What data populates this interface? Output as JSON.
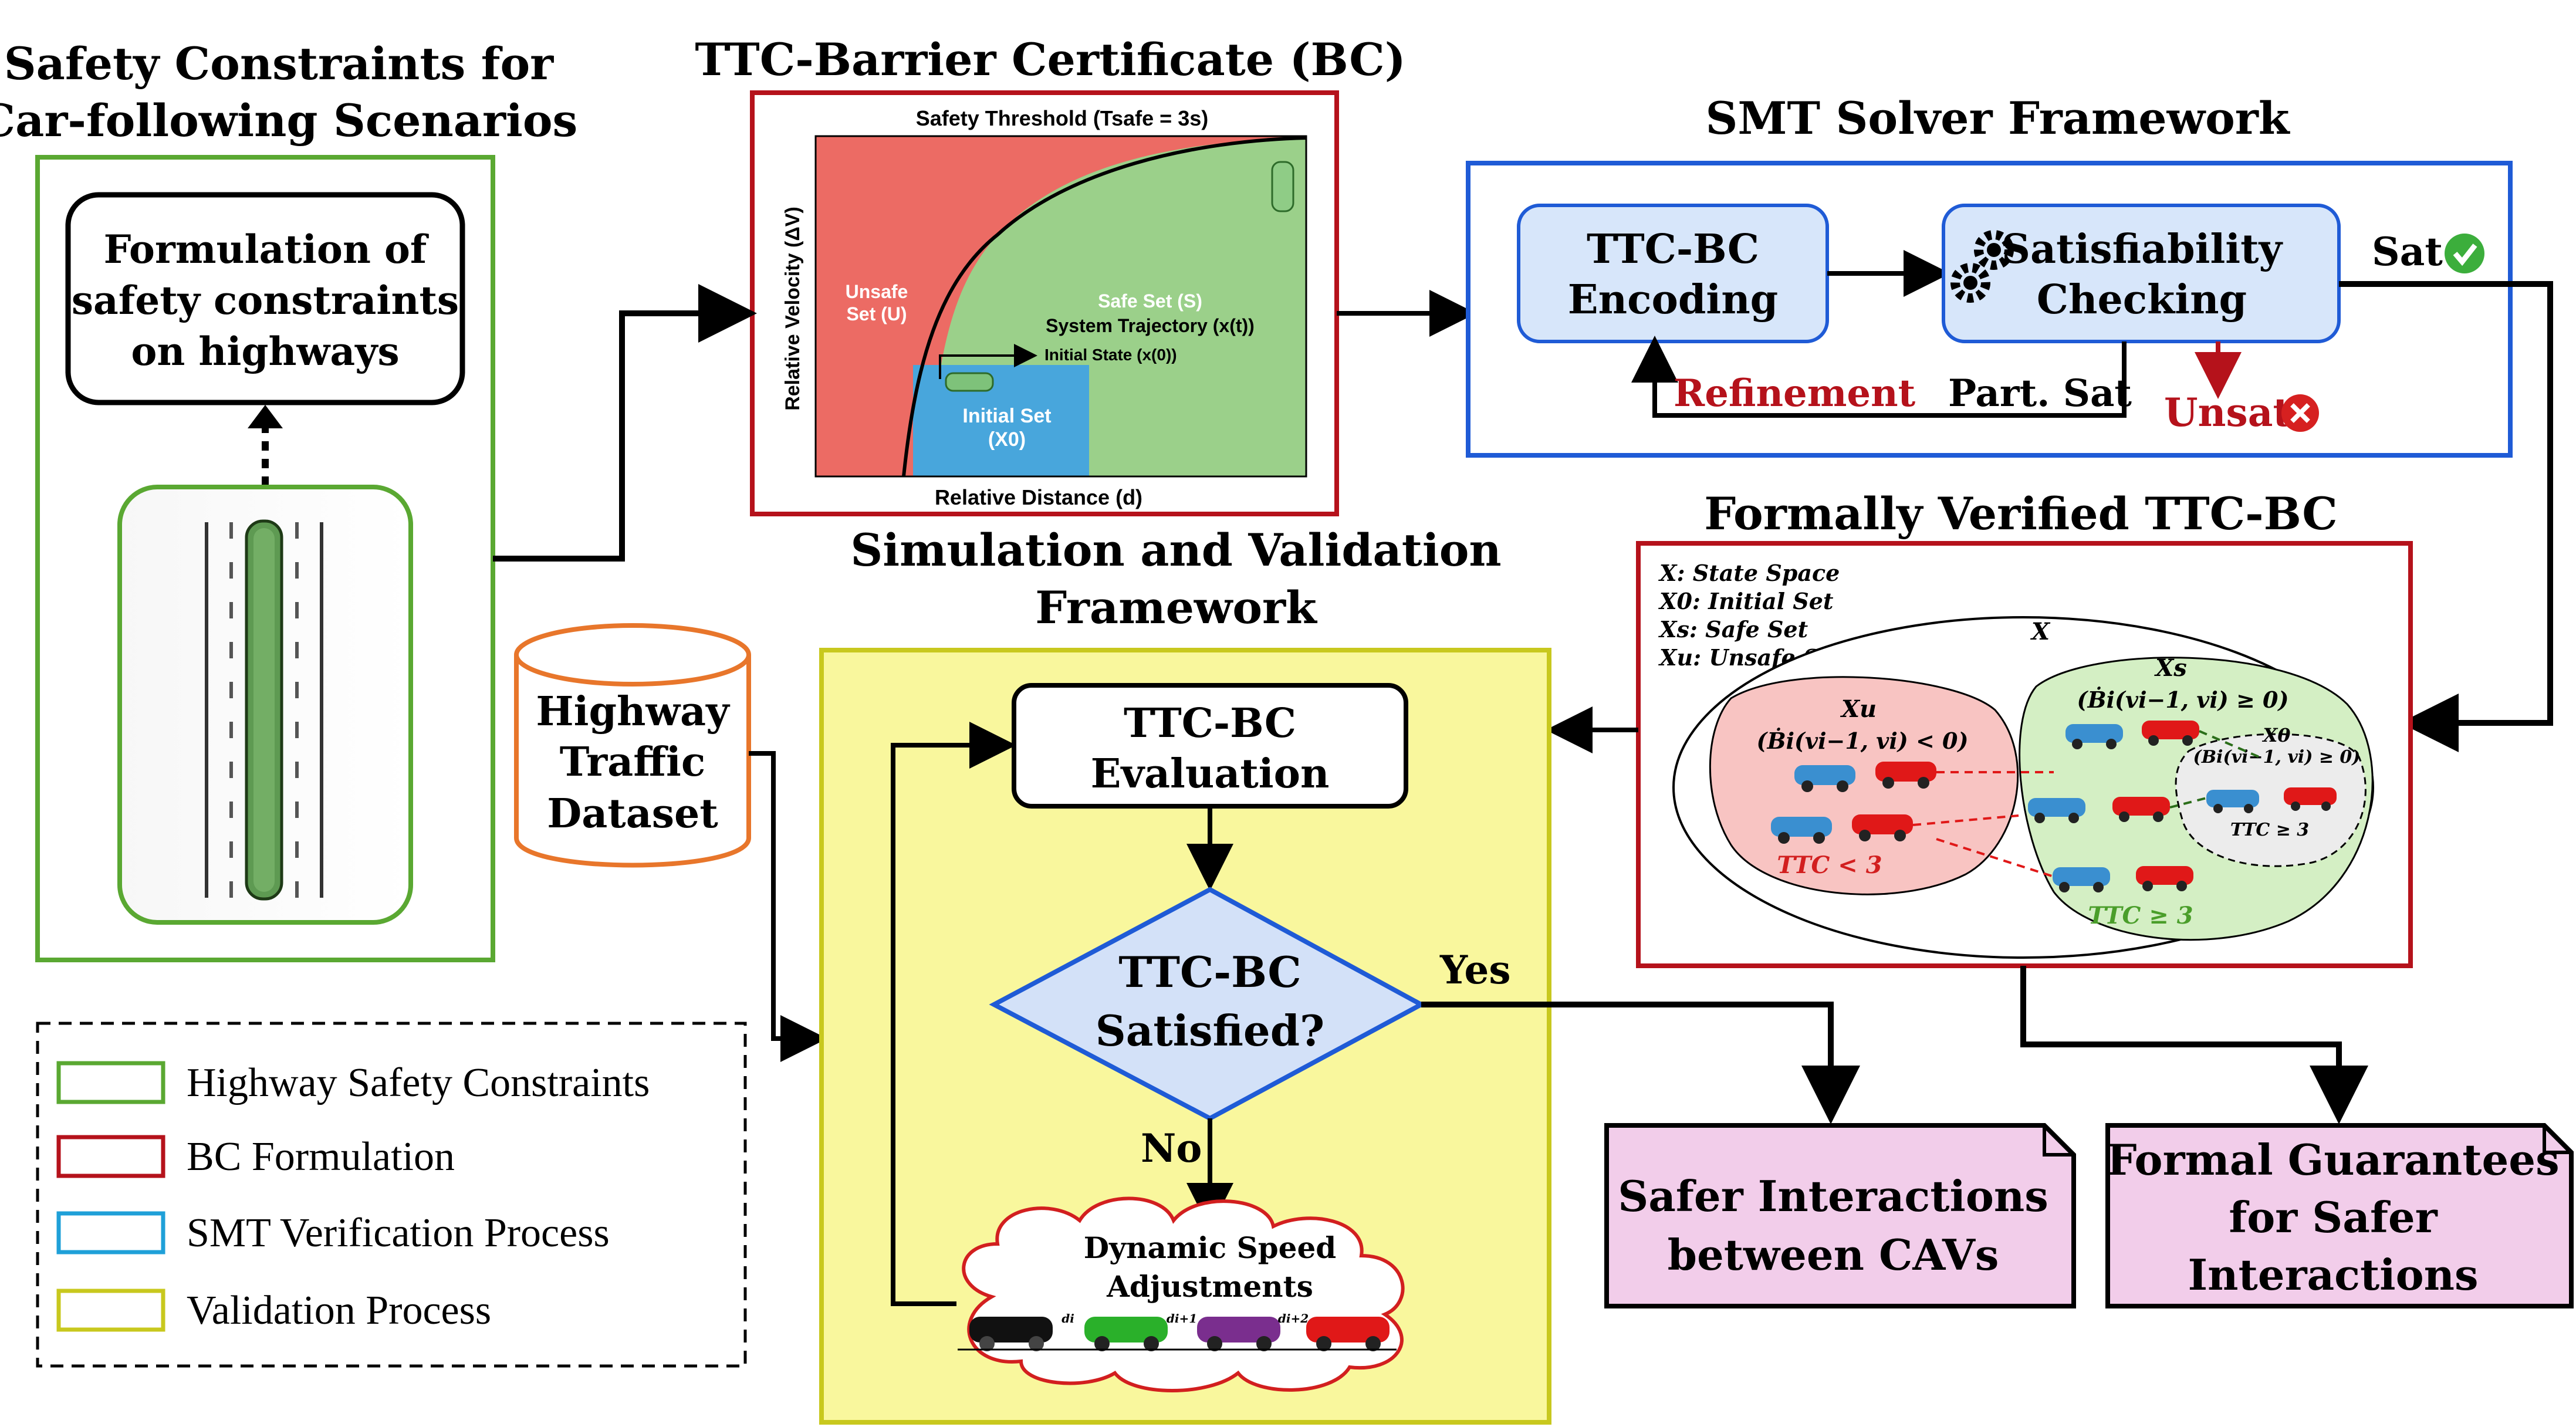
{
  "colors": {
    "green": "#5aa832",
    "red": "#b5121b",
    "blue": "#1f5bd6",
    "yellow_border": "#c8c81e",
    "yellow_fill": "#f9f79d",
    "orange": "#e8762b",
    "pink": "#f2cdea",
    "unsafe_red": "#ec6b64",
    "safe_green": "#9bd08a",
    "initial_blue": "#48a6dc",
    "encoding_fill": "#d7e6fa",
    "diamond_fill": "#d3e1f8"
  },
  "safety_constraints": {
    "title_line1": "Safety Constraints for",
    "title_line2": "Car-following Scenarios",
    "formulation_line1": "Formulation of",
    "formulation_line2": "safety constraints",
    "formulation_line3": "on highways"
  },
  "ttc_bc": {
    "title": "TTC-Barrier Certificate (BC)",
    "plot_title": "Safety Threshold (Tsafe = 3s)",
    "unsafe_line1": "Unsafe",
    "unsafe_line2": "Set (U)",
    "safe_label": "Safe Set (S)",
    "trajectory_label": "System Trajectory (x(t))",
    "initial_state_label": "Initial State (x(0))",
    "initial_set_line1": "Initial Set",
    "initial_set_line2": "(X0)",
    "xlabel": "Relative Distance (d)",
    "ylabel": "Relative Velocity (ΔV)"
  },
  "smt": {
    "title": "SMT Solver Framework",
    "encoding_line1": "TTC-BC",
    "encoding_line2": "Encoding",
    "checking_line1": "Satisfiability",
    "checking_line2": "Checking",
    "sat": "Sat",
    "unsat": "Unsat",
    "refinement": "Refinement",
    "part_sat": "Part. Sat"
  },
  "verified": {
    "title": "Formally Verified TTC-BC",
    "legend_x": "X: State Space",
    "legend_x0": "X0: Initial Set",
    "legend_xs": "Xs: Safe Set",
    "legend_xu": "Xu: Unsafe Set",
    "x_label": "X",
    "xu_label": "Xu",
    "xu_cond": "(Ḃi(vi−1, vi) < 0)",
    "xs_label": "Xs",
    "xs_cond": "(Ḃi(vi−1, vi) ≥ 0)",
    "x0_label": "X0",
    "x0_cond": "(Bi(vi−1, vi) ≥ 0)",
    "ttc_unsafe": "TTC < 3",
    "ttc_safe": "TTC ≥ 3",
    "ttc_init": "TTC ≥ 3"
  },
  "simulation": {
    "title_line1": "Simulation and Validation",
    "title_line2": "Framework",
    "evaluation_line1": "TTC-BC",
    "evaluation_line2": "Evaluation",
    "decision_line1": "TTC-BC",
    "decision_line2": "Satisfied?",
    "yes": "Yes",
    "no": "No",
    "adjust_line1": "Dynamic Speed",
    "adjust_line2": "Adjustments",
    "gap1": "di",
    "gap2": "di+1",
    "gap3": "di+2"
  },
  "dataset": {
    "line1": "Highway",
    "line2": "Traffic",
    "line3": "Dataset"
  },
  "outputs": {
    "safer_line1": "Safer Interactions",
    "safer_line2": "between CAVs",
    "formal_line1": "Formal Guarantees",
    "formal_line2": "for Safer",
    "formal_line3": "Interactions"
  },
  "legend": {
    "items": [
      {
        "label": "Highway Safety Constraints",
        "color": "#5aa832"
      },
      {
        "label": "BC Formulation",
        "color": "#b5121b"
      },
      {
        "label": "SMT Verification Process",
        "color": "#1fa0d8"
      },
      {
        "label": "Validation Process",
        "color": "#c8c81e"
      }
    ]
  }
}
